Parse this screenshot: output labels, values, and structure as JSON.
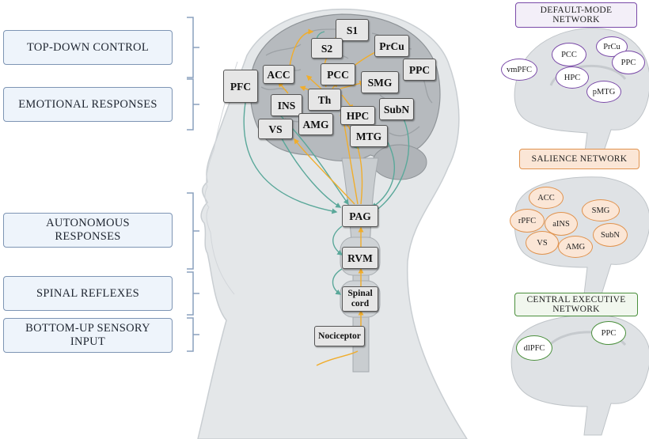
{
  "left_panel": {
    "labels": [
      "TOP-DOWN CONTROL",
      "EMOTIONAL RESPONSES",
      "AUTONOMOUS RESPONSES",
      "SPINAL REFLEXES",
      "BOTTOM-UP SENSORY INPUT"
    ]
  },
  "brain_nodes": {
    "s1": "S1",
    "s2": "S2",
    "prcu": "PrCu",
    "ppc": "PPC",
    "pfc": "PFC",
    "acc": "ACC",
    "pcc": "PCC",
    "smg": "SMG",
    "ins": "INS",
    "th": "Th",
    "hpc": "HPC",
    "subn": "SubN",
    "vs": "VS",
    "amg": "AMG",
    "mtg": "MTG",
    "pag": "PAG",
    "rvm": "RVM",
    "spinal_cord": "Spinal cord",
    "nociceptor": "Nociceptor"
  },
  "networks": {
    "default_mode": {
      "title": "DEFAULT-MODE NETWORK",
      "regions": [
        "vmPFC",
        "PCC",
        "PrCu",
        "PPC",
        "HPC",
        "pMTG"
      ]
    },
    "salience": {
      "title": "SALIENCE NETWORK",
      "regions": [
        "ACC",
        "rPFC",
        "aINS",
        "SMG",
        "VS",
        "AMG",
        "SubN"
      ]
    },
    "central_executive": {
      "title": "CENTRAL EXECUTIVE NETWORK",
      "regions": [
        "dlPFC",
        "PPC"
      ]
    }
  },
  "colors": {
    "ascending": "#f0ad2c",
    "descending": "#5aa89a",
    "dmn": "#7a4aa8",
    "salience": "#e0934f",
    "salience_fill": "#fbe6d6",
    "central": "#4a8f3c",
    "panel_box": "#eef4fb",
    "panel_border": "#7e95b4"
  }
}
